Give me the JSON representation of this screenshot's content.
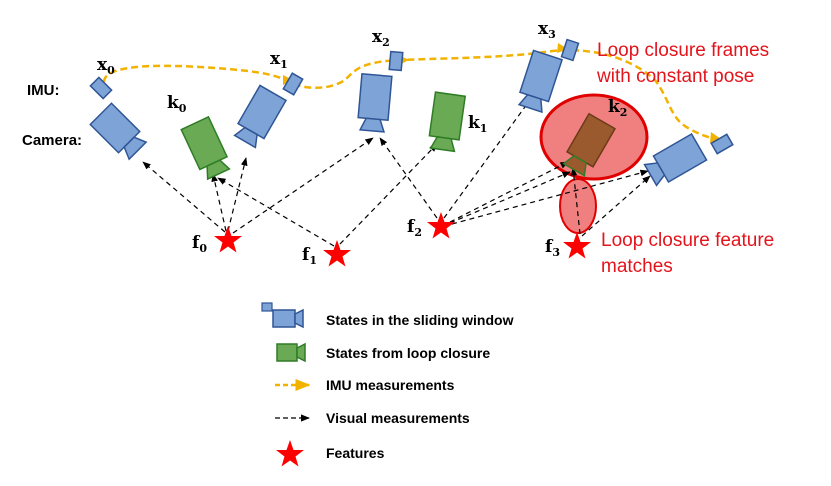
{
  "labels": {
    "imu": "IMU:",
    "camera": "Camera:"
  },
  "states": {
    "x0": {
      "base": "x",
      "sub": "0"
    },
    "x1": {
      "base": "x",
      "sub": "1"
    },
    "x2": {
      "base": "x",
      "sub": "2"
    },
    "x3": {
      "base": "x",
      "sub": "3"
    },
    "k0": {
      "base": "k",
      "sub": "0"
    },
    "k1": {
      "base": "k",
      "sub": "1"
    },
    "k2": {
      "base": "k",
      "sub": "2"
    }
  },
  "features": {
    "f0": {
      "base": "f",
      "sub": "0"
    },
    "f1": {
      "base": "f",
      "sub": "1"
    },
    "f2": {
      "base": "f",
      "sub": "2"
    },
    "f3": {
      "base": "f",
      "sub": "3"
    }
  },
  "annotations": {
    "loop_frames_line1": "Loop closure frames",
    "loop_frames_line2": "with constant pose",
    "loop_feature_line1": "Loop closure feature",
    "loop_feature_line2": "matches"
  },
  "legend": {
    "sliding_window": "States in the sliding window",
    "loop_closure_states": "States from loop closure",
    "imu_measurements": "IMU measurements",
    "visual_measurements": "Visual measurements",
    "features": "Features"
  },
  "colors": {
    "sliding_state_fill": "#7ea3d6",
    "sliding_state_stroke": "#2f5597",
    "loop_state_fill": "#6aaa55",
    "loop_state_stroke": "#2e7d25",
    "matched_state_fill": "#9a5a2e",
    "imu_arrow": "#f2b200",
    "visual_arrow": "#000000",
    "feature_star": "#ff0000",
    "annotation_text": "#e3141b",
    "highlight_fill": "#f08080",
    "highlight_stroke": "#e00000"
  }
}
